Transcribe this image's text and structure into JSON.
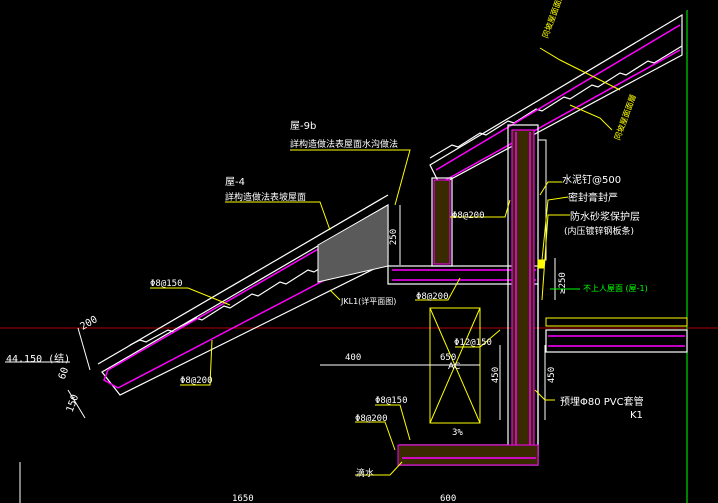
{
  "colors": {
    "background": "#000000",
    "magenta": "#ff00ff",
    "white": "#ffffff",
    "yellow": "#ffff00",
    "green": "#00ff00",
    "red": "#ff3030",
    "grey": "#b4b4b4",
    "cyan": "#00ffff"
  },
  "labels": {
    "roof_tile_top": "同坡屋面面層",
    "roof_tile_second": "同坡屋面面層",
    "wu_9b": "屋-9b",
    "wu_9b_note": "詳构造做法表屋面水沟做法",
    "wu_4": "屋-4",
    "wu_4_note": "詳构造做法表坡屋面",
    "nail": "水泥钉@500",
    "seal": "密封膏封严",
    "mortar_1": "防水砂浆保护层",
    "mortar_2": "(内压镀锌钢板条)",
    "unused_roof": "不上人屋面 (屋-1)",
    "pvc_pipe": "预埋Φ80 PVC套管",
    "k1": "K1",
    "drip": "滴水",
    "beam": "JKL1(详平面图)",
    "ac": "AC"
  },
  "rebar": {
    "r1": "Φ8@150",
    "r2": "Φ8@200",
    "r3": "Φ8@200",
    "r4": "Φ8@200",
    "r5": "Φ12@150",
    "r6": "Φ8@150",
    "r7": "Φ8@200"
  },
  "dims": {
    "d200": "200",
    "d60": "60",
    "d150": "150",
    "d250a": "250",
    "d250b": "≥250",
    "d400": "400",
    "d650": "650",
    "d450a": "450",
    "d450b": "450",
    "slope": "3%",
    "bottom1": "1650",
    "bottom2": "600"
  },
  "elevation": "44.150 (结)"
}
